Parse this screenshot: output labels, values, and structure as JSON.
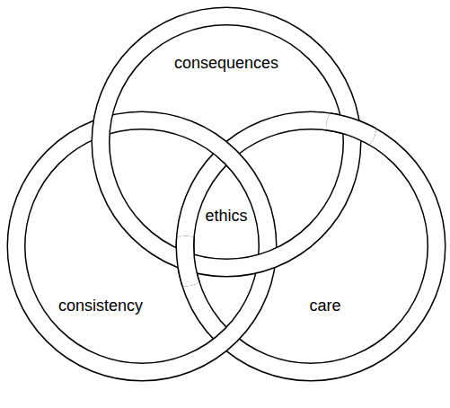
{
  "diagram": {
    "nodes": [
      {
        "text": [
          "consequences"
        ]
      },
      {
        "text": [
          "consistency"
        ]
      },
      {
        "text": [
          "care"
        ]
      }
    ],
    "labels": [
      "ethics"
    ]
  }
}
